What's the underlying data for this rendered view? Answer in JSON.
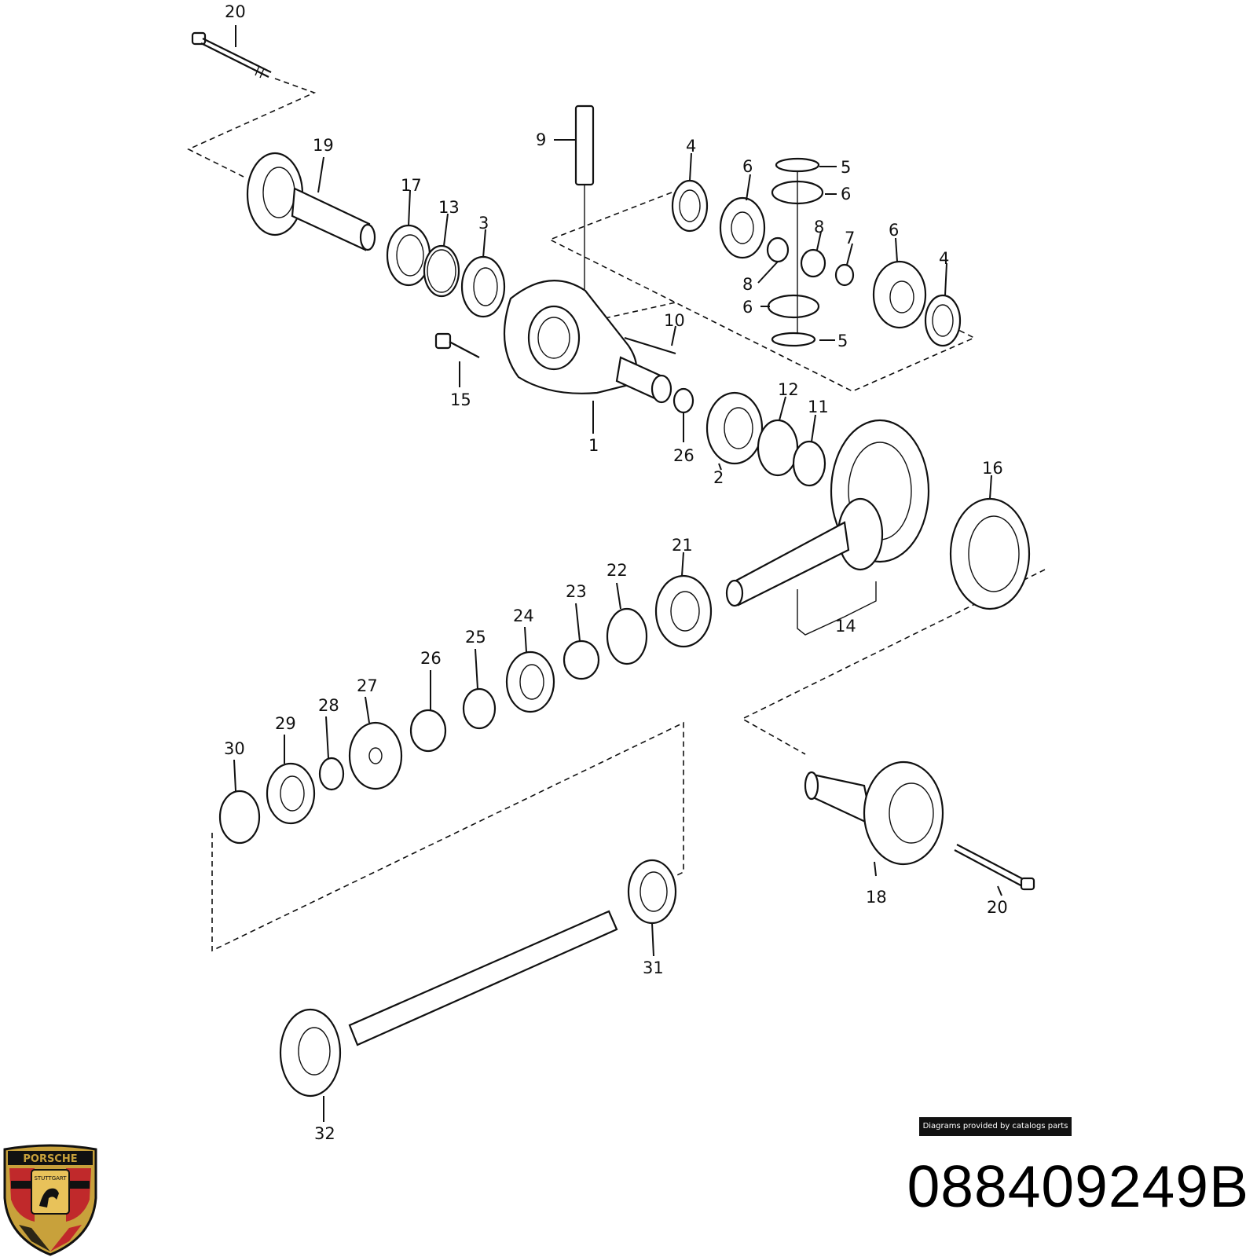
{
  "diagram": {
    "labels": [
      "20",
      "19",
      "17",
      "13",
      "3",
      "9",
      "4",
      "6",
      "5",
      "6",
      "8",
      "7",
      "6",
      "4",
      "8",
      "6",
      "5",
      "10",
      "15",
      "1",
      "26",
      "2",
      "12",
      "11",
      "16",
      "21",
      "22",
      "23",
      "24",
      "25",
      "26",
      "27",
      "28",
      "29",
      "30",
      "14",
      "18",
      "20",
      "31",
      "32"
    ]
  },
  "credit": "Diagrams provided by catalogs parts",
  "part_number": "088409249B",
  "logo": {
    "name": "porsche-crest",
    "wordmark": "PORSCHE",
    "city": "STUTTGART",
    "colors": {
      "gold": "#c8a13b",
      "red": "#c0292b",
      "black": "#111111"
    }
  }
}
